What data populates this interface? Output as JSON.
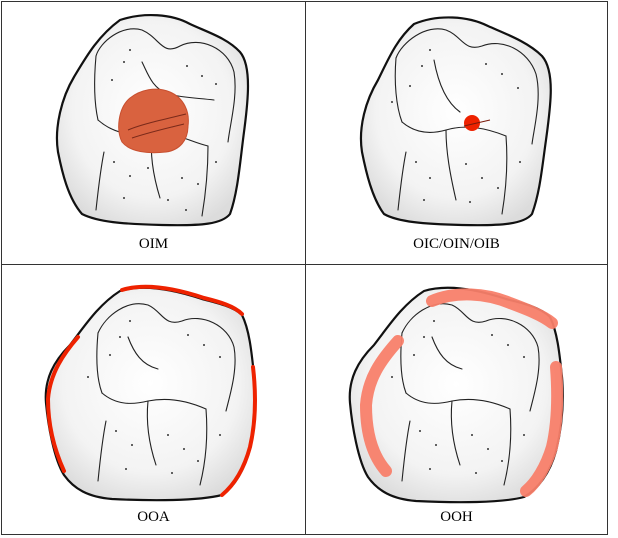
{
  "colors": {
    "outline": "#111111",
    "fill_inner": "#ffffff",
    "fill_outer": "#e2e2e2",
    "dark_red": "#d9623f",
    "bright_red": "#ee2200",
    "light_red": "#f87f6a"
  },
  "panels": [
    {
      "caption": "OIM",
      "highlight": "center-blob"
    },
    {
      "caption": "OIC/OIN/OIB",
      "highlight": "center-dot"
    },
    {
      "caption": "OOA",
      "highlight": "rim-line"
    },
    {
      "caption": "OOH",
      "highlight": "rim-band"
    }
  ]
}
